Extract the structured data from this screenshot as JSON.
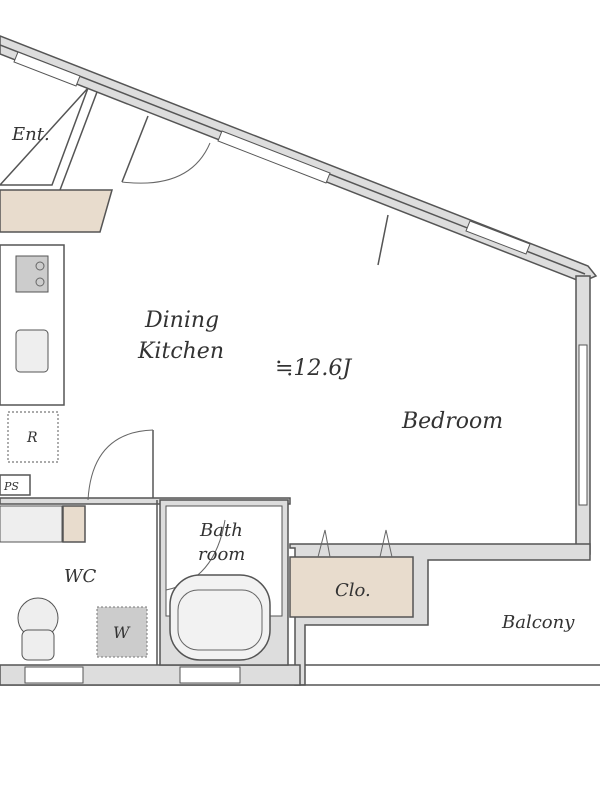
{
  "rooms": {
    "entrance": "Ent.",
    "dining": "Dining",
    "kitchen": "Kitchen",
    "area": "≒12.6J",
    "bedroom": "Bedroom",
    "bath1": "Bath",
    "bath2": "room",
    "wc": "WC",
    "closet": "Clo.",
    "balcony": "Balcony"
  },
  "fixtures": {
    "refrigerator": "R",
    "pipe_space": "PS",
    "washer": "W"
  },
  "colors": {
    "storage": "#e8dccd",
    "wall": "#dddddd"
  }
}
